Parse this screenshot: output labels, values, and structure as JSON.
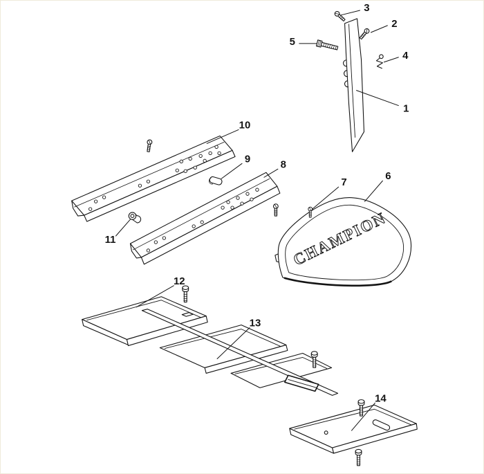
{
  "page": {
    "background": "#ffffff",
    "line_color": "#141414"
  },
  "diagram": {
    "brand_text": "CHAMPION",
    "callouts": [
      "1",
      "2",
      "3",
      "4",
      "5",
      "6",
      "7",
      "8",
      "9",
      "10",
      "11",
      "12",
      "13",
      "14"
    ]
  }
}
